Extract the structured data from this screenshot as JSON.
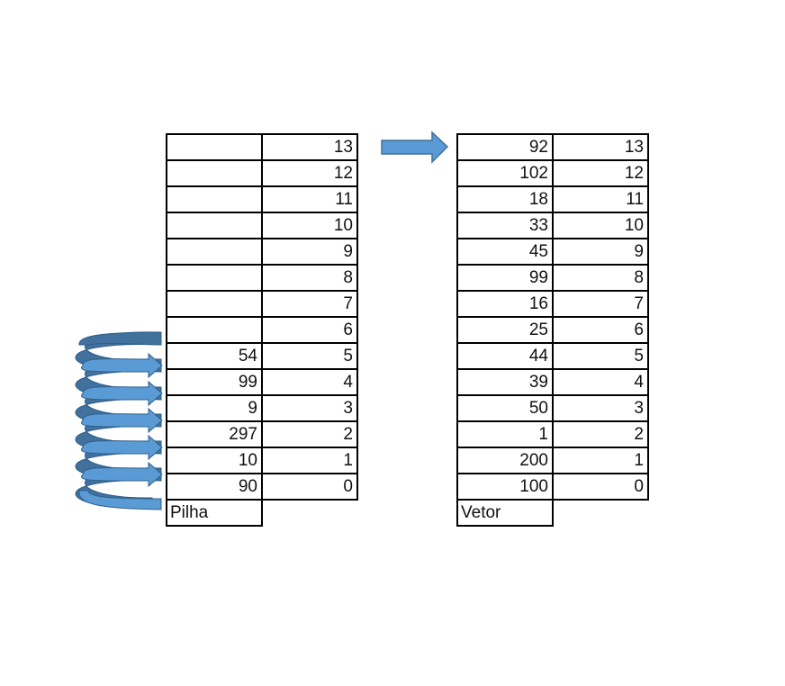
{
  "pilha": {
    "label": "Pilha",
    "rows": [
      {
        "value": "",
        "index": "13"
      },
      {
        "value": "",
        "index": "12"
      },
      {
        "value": "",
        "index": "11"
      },
      {
        "value": "",
        "index": "10"
      },
      {
        "value": "",
        "index": "9"
      },
      {
        "value": "",
        "index": "8"
      },
      {
        "value": "",
        "index": "7"
      },
      {
        "value": "",
        "index": "6"
      },
      {
        "value": "54",
        "index": "5"
      },
      {
        "value": "99",
        "index": "4"
      },
      {
        "value": "9",
        "index": "3"
      },
      {
        "value": "297",
        "index": "2"
      },
      {
        "value": "10",
        "index": "1"
      },
      {
        "value": "90",
        "index": "0"
      }
    ]
  },
  "vetor": {
    "label": "Vetor",
    "rows": [
      {
        "value": "92",
        "index": "13"
      },
      {
        "value": "102",
        "index": "12"
      },
      {
        "value": "18",
        "index": "11"
      },
      {
        "value": "33",
        "index": "10"
      },
      {
        "value": "45",
        "index": "9"
      },
      {
        "value": "99",
        "index": "8"
      },
      {
        "value": "16",
        "index": "7"
      },
      {
        "value": "25",
        "index": "6"
      },
      {
        "value": "44",
        "index": "5"
      },
      {
        "value": "39",
        "index": "4"
      },
      {
        "value": "50",
        "index": "3"
      },
      {
        "value": "1",
        "index": "2"
      },
      {
        "value": "200",
        "index": "1"
      },
      {
        "value": "100",
        "index": "0"
      }
    ]
  },
  "colors": {
    "arrow_fill": "#5b9bd5",
    "arrow_dark": "#41719c",
    "arrow_stroke": "#2e5f8a"
  }
}
